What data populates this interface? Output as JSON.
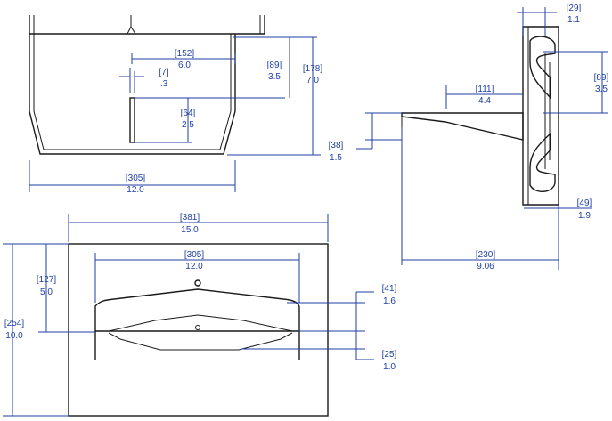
{
  "dimensions": {
    "top_view": {
      "width_152": {
        "mm": "[152]",
        "in": "6.0"
      },
      "gap_7": {
        "mm": "[7]",
        "in": ".3"
      },
      "depth_64": {
        "mm": "[64]",
        "in": "2.5"
      },
      "height_89": {
        "mm": "[89]",
        "in": "3.5"
      },
      "height_178": {
        "mm": "[178]",
        "in": "7.0"
      },
      "height_38": {
        "mm": "[38]",
        "in": "1.5"
      },
      "width_305": {
        "mm": "[305]",
        "in": "12.0"
      }
    },
    "side_view": {
      "thickness_29": {
        "mm": "[29]",
        "in": "1.1"
      },
      "slot_89": {
        "mm": "[89]",
        "in": "3.5"
      },
      "offset_111": {
        "mm": "[111]",
        "in": "4.4"
      },
      "depth_49": {
        "mm": "[49]",
        "in": "1.9"
      },
      "depth_230": {
        "mm": "[230]",
        "in": "9.06"
      }
    },
    "front_view": {
      "width_381": {
        "mm": "[381]",
        "in": "15.0"
      },
      "width_305": {
        "mm": "[305]",
        "in": "12.0"
      },
      "height_127": {
        "mm": "[127]",
        "in": "5.0"
      },
      "height_254": {
        "mm": "[254]",
        "in": "10.0"
      },
      "height_41": {
        "mm": "[41]",
        "in": "1.6"
      },
      "height_25": {
        "mm": "[25]",
        "in": "1.0"
      }
    }
  },
  "colors": {
    "outline": "#1a1a1a",
    "dimension": "#1f3fa6"
  }
}
